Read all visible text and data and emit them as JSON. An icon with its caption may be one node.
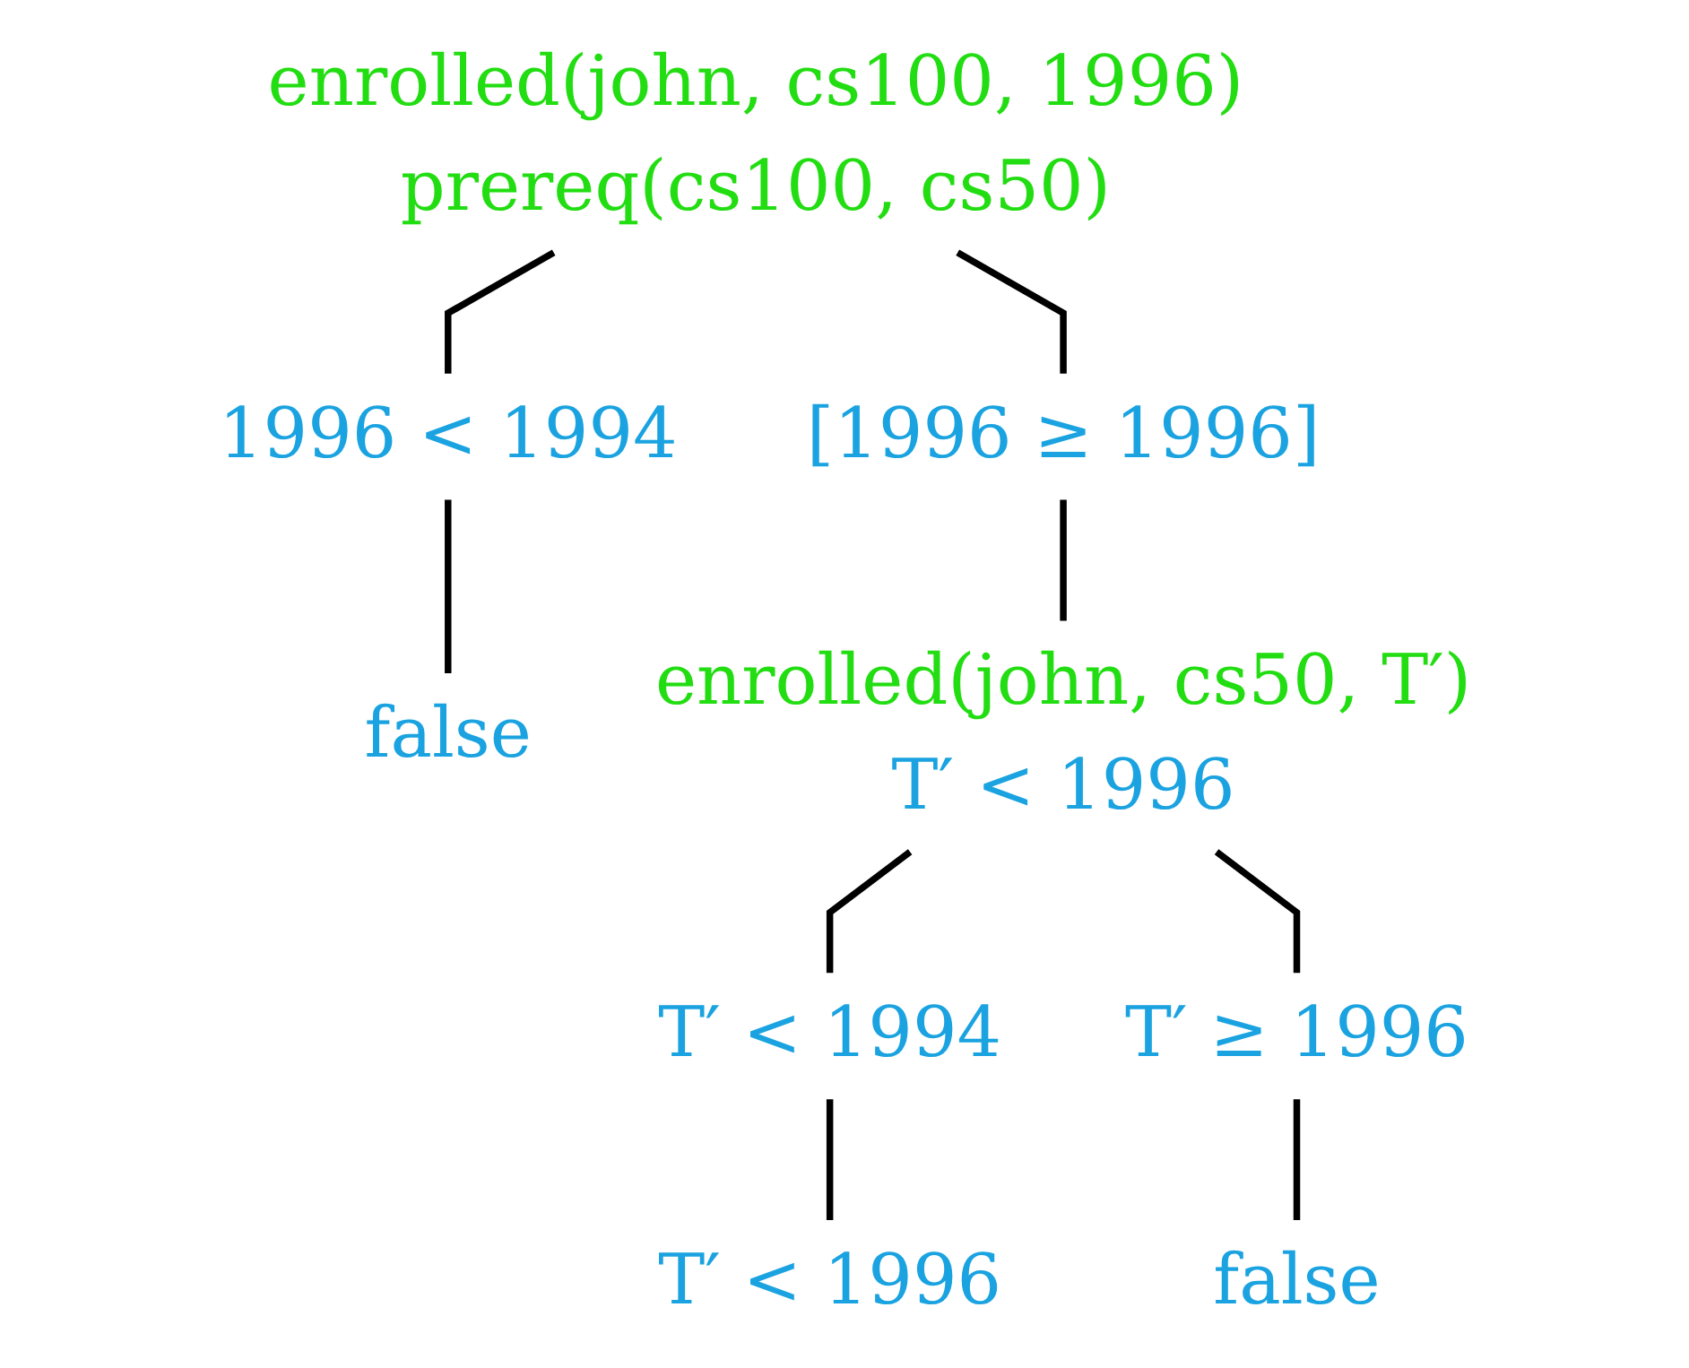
{
  "diagram": {
    "nodes": [
      {
        "text": [
          "enrolled(john, cs100, 1996)",
          "prereq(cs100, cs50)"
        ]
      },
      {
        "text": [
          "1996 < 1994"
        ]
      },
      {
        "text": [
          "false"
        ]
      },
      {
        "text": [
          "[1996 ≥ 1996]"
        ]
      },
      {
        "text": [
          "enrolled(john, cs50, T′)",
          "T′ < 1996"
        ]
      },
      {
        "text": [
          "T′ < 1994"
        ]
      },
      {
        "text": [
          "T′ ≥ 1996"
        ]
      },
      {
        "text": [
          "T′ < 1996"
        ]
      },
      {
        "text": [
          "false"
        ]
      }
    ],
    "edges": [
      {
        "from": 0,
        "to": 1,
        "arrow": "none"
      },
      {
        "from": 1,
        "to": 2,
        "arrow": "none"
      },
      {
        "from": 0,
        "to": 3,
        "arrow": "none"
      },
      {
        "from": 3,
        "to": 4,
        "arrow": "none"
      },
      {
        "from": 4,
        "to": 5,
        "arrow": "none"
      },
      {
        "from": 4,
        "to": 6,
        "arrow": "none"
      },
      {
        "from": 5,
        "to": 7,
        "arrow": "none"
      },
      {
        "from": 6,
        "to": 8,
        "arrow": "none"
      }
    ]
  }
}
